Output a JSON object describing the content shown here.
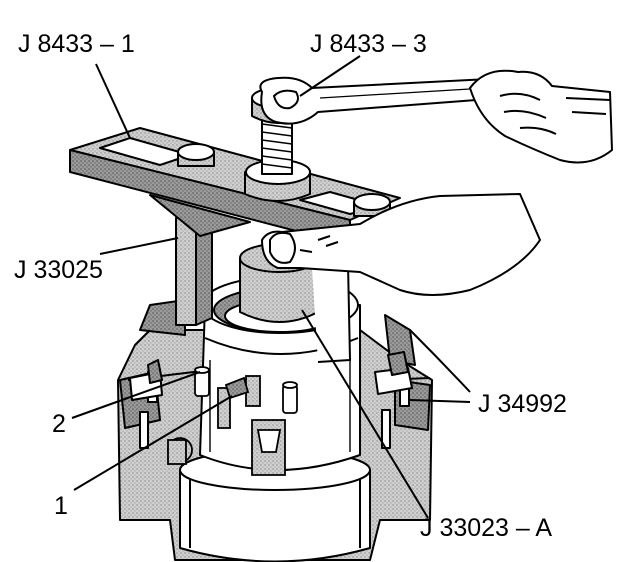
{
  "callouts": {
    "j8433_1": "J 8433 – 1",
    "j8433_3": "J 8433 – 3",
    "j33025": "J 33025",
    "j34992": "J 34992",
    "j33023a": "J 33023 – A",
    "item2": "2",
    "item1": "1"
  },
  "colors": {
    "line": "#000000",
    "shade": "#b8b8b8",
    "light": "#dcdcdc",
    "dark": "#7a7a7a",
    "background": "#ffffff"
  }
}
